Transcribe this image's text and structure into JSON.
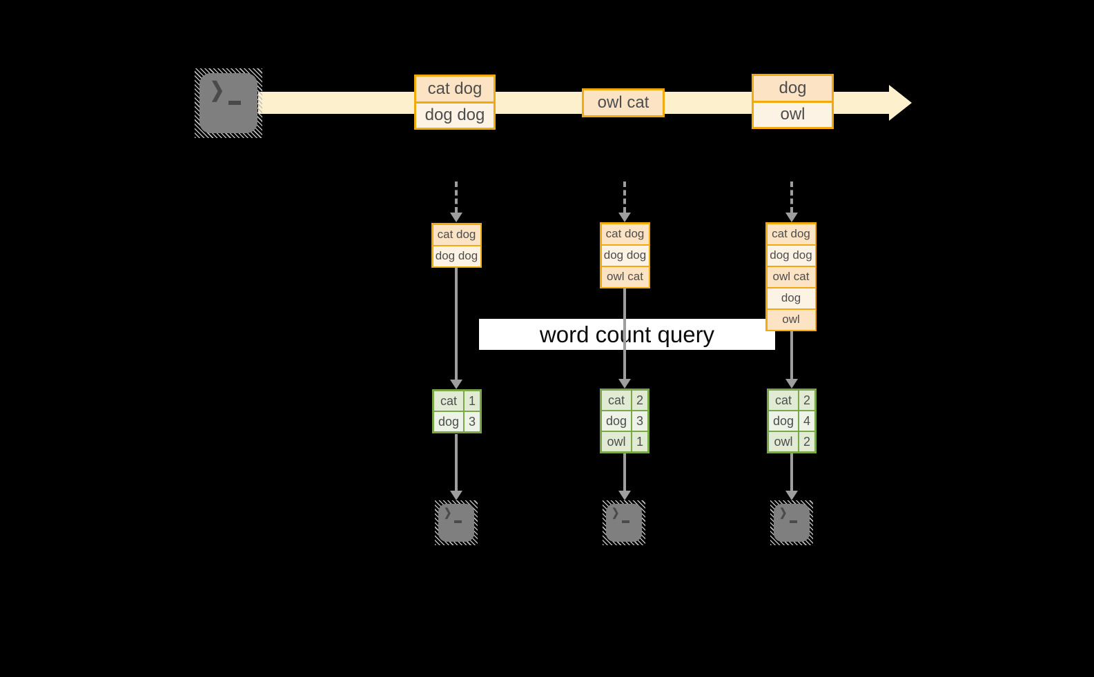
{
  "diagram": {
    "query_label": "word count query",
    "terminal_prompt": "❯",
    "stream_events": [
      {
        "rows": [
          "cat dog",
          "dog dog"
        ]
      },
      {
        "rows": [
          "owl cat"
        ]
      },
      {
        "rows": [
          "dog",
          "owl"
        ]
      }
    ],
    "buffers": [
      {
        "rows": [
          "cat dog",
          "dog dog"
        ]
      },
      {
        "rows": [
          "cat dog",
          "dog dog",
          "owl cat"
        ]
      },
      {
        "rows": [
          "cat dog",
          "dog dog",
          "owl cat",
          "dog",
          "owl"
        ]
      }
    ],
    "count_tables": [
      {
        "rows": [
          {
            "word": "cat",
            "count": "1"
          },
          {
            "word": "dog",
            "count": "3"
          }
        ]
      },
      {
        "rows": [
          {
            "word": "cat",
            "count": "2"
          },
          {
            "word": "dog",
            "count": "3"
          },
          {
            "word": "owl",
            "count": "1"
          }
        ]
      },
      {
        "rows": [
          {
            "word": "cat",
            "count": "2"
          },
          {
            "word": "dog",
            "count": "4"
          },
          {
            "word": "owl",
            "count": "2"
          }
        ]
      }
    ],
    "colors": {
      "background": "#000000",
      "stream_band": "#FDF1CD",
      "box_border": "#F2A90E",
      "box_fill_dark": "#FBE3C3",
      "box_fill_light": "#FDF3E4",
      "table_border": "#7AA849",
      "table_fill_dark": "#E1EBD3",
      "table_fill_light": "#EEF3E7",
      "arrow_gray": "#9E9E9E",
      "terminal_gray": "#7F7F7F",
      "query_bg": "#FFFFFF",
      "text": "#4D4D4D"
    }
  }
}
